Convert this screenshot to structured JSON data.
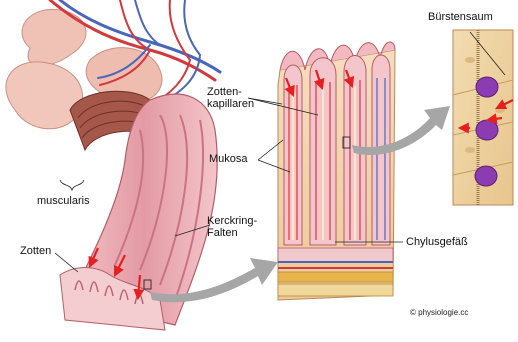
{
  "labels": {
    "buerstensaum": "Bürstensaum",
    "zottenkapillaren_line1": "Zotten-",
    "zottenkapillaren_line2": "kapillaren",
    "mukosa": "Mukosa",
    "muscularis": "muscularis",
    "zotten": "Zotten",
    "kerckring_line1": "Kerckring-",
    "kerckring_line2": "Falten",
    "chylusgefaess": "Chylusgefäß"
  },
  "credit": "© physiologie.cc",
  "colors": {
    "intestine_pink": "#e8a3ab",
    "intestine_dark": "#9b3f49",
    "muscle_brown": "#8b4b3a",
    "villus_wall": "#f4cf9c",
    "artery_red": "#d2393d",
    "vein_blue": "#4a66b8",
    "cell_purple": "#8c3bb0",
    "arrow_red": "#e62020",
    "zoom_arrow_grey": "#a6a6a6"
  }
}
